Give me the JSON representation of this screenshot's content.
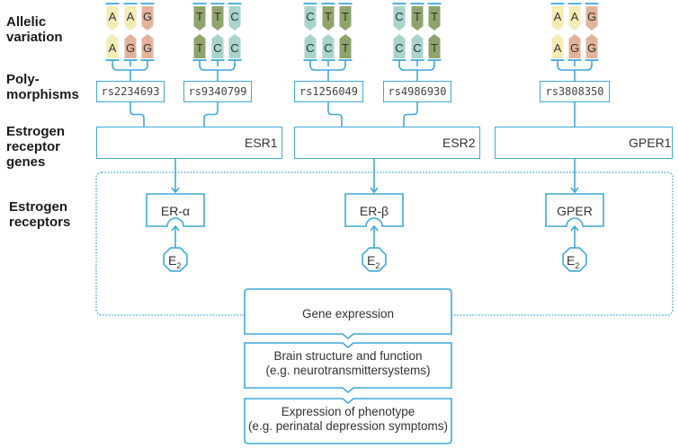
{
  "row_labels": {
    "allelic": [
      "Allelic",
      "variation"
    ],
    "polymorphisms": [
      "Poly-",
      "morphisms"
    ],
    "genes": [
      "Estrogen",
      "receptor",
      "genes"
    ],
    "receptors": [
      "Estrogen",
      "receptors"
    ]
  },
  "colors": {
    "line": "#3fa9dc",
    "A": "#f3ecb4",
    "G": "#e3b29c",
    "T": "#8fa46c",
    "C": "#a7d4cc",
    "mutation_mark": "#f07a32"
  },
  "alleles": [
    {
      "top": [
        "A",
        "A",
        "G"
      ],
      "bottom": [
        "A",
        "G",
        "G"
      ]
    },
    {
      "top": [
        "T",
        "T",
        "C"
      ],
      "bottom": [
        "T",
        "C",
        "C"
      ]
    },
    {
      "top": [
        "C",
        "T",
        "T"
      ],
      "bottom": [
        "C",
        "C",
        "T"
      ]
    },
    {
      "top": [
        "C",
        "T",
        "T"
      ],
      "bottom": [
        "C",
        "C",
        "T"
      ]
    },
    {
      "top": [
        "A",
        "A",
        "G"
      ],
      "bottom": [
        "A",
        "G",
        "G"
      ]
    }
  ],
  "polymorphisms": [
    "rs2234693",
    "rs9340799",
    "rs1256049",
    "rs4986930",
    "rs3808350"
  ],
  "genes": [
    "ESR1",
    "ESR2",
    "GPER1"
  ],
  "receptors": [
    "ER-α",
    "ER-β",
    "GPER"
  ],
  "ligand": {
    "base": "E",
    "sub": "2"
  },
  "flow": {
    "gene_expression": "Gene expression",
    "brain": [
      "Brain structure and function",
      "(e.g. neurotransmittersystems)"
    ],
    "phenotype": [
      "Expression of phenotype",
      "(e.g. perinatal depression symptoms)"
    ]
  }
}
